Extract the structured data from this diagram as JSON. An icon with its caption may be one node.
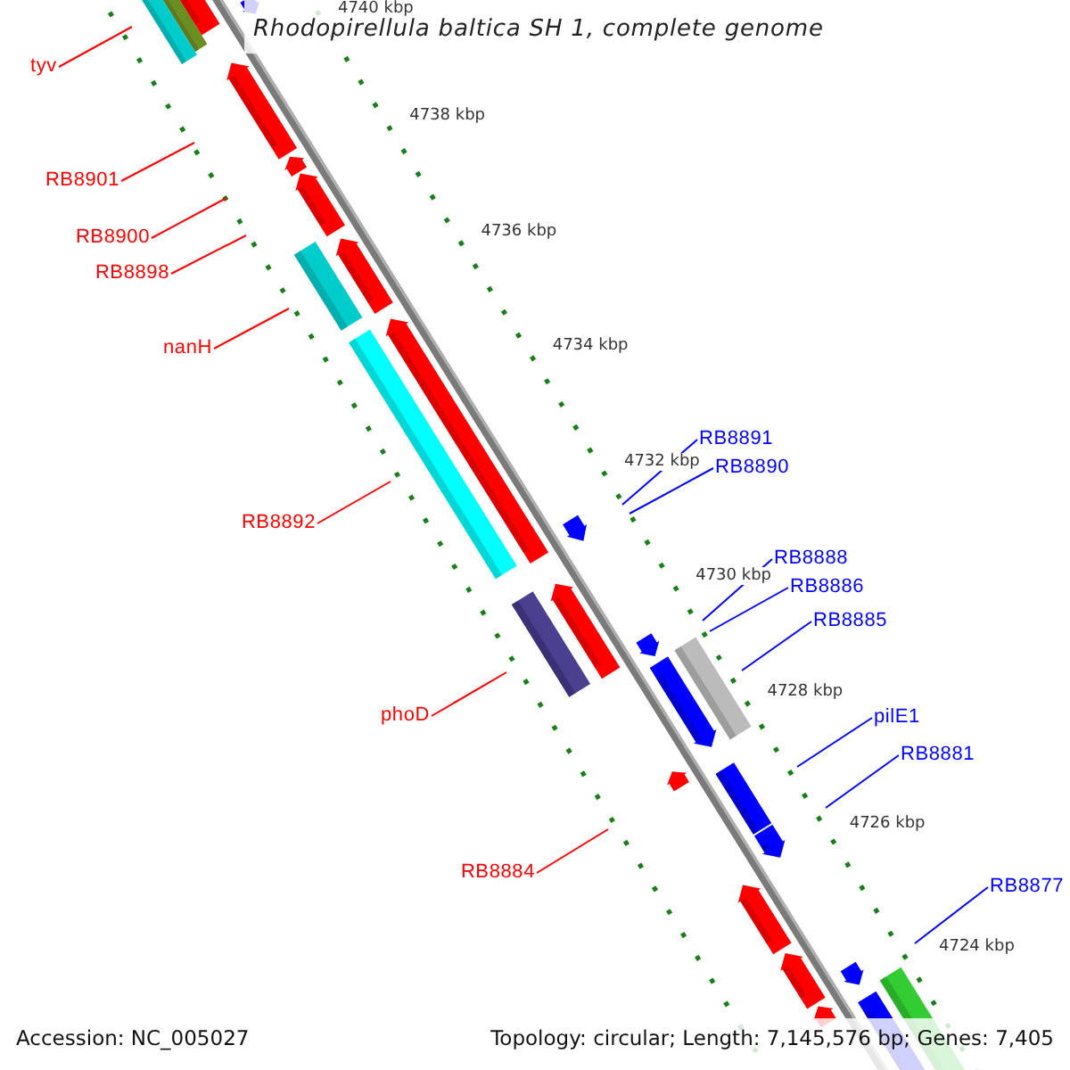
{
  "diagram": {
    "title": "Rhodopirellula baltica SH 1, complete genome",
    "nodes": [
      {
        "text": [
          "tyv"
        ]
      },
      {
        "text": [
          "RB8901"
        ]
      },
      {
        "text": [
          "RB8900"
        ]
      },
      {
        "text": [
          "RB8898"
        ]
      },
      {
        "text": [
          "nanH"
        ]
      },
      {
        "text": [
          "RB8891"
        ]
      },
      {
        "text": [
          "RB8890"
        ]
      },
      {
        "text": [
          "RB8892"
        ]
      },
      {
        "text": [
          "RB8888"
        ]
      },
      {
        "text": [
          "RB8886"
        ]
      },
      {
        "text": [
          "RB8885"
        ]
      },
      {
        "text": [
          "phoD"
        ]
      },
      {
        "text": [
          "pilE1"
        ]
      },
      {
        "text": [
          "RB8881"
        ]
      },
      {
        "text": [
          "RB8884"
        ]
      },
      {
        "text": [
          "RB8877"
        ]
      }
    ],
    "edges": [
      {
        "from": 0,
        "to": null,
        "arrow": "none",
        "color": "#ff0000"
      },
      {
        "from": 1,
        "to": null,
        "arrow": "none",
        "color": "#ff0000"
      },
      {
        "from": 2,
        "to": null,
        "arrow": "none",
        "color": "#ff0000"
      },
      {
        "from": 3,
        "to": null,
        "arrow": "none",
        "color": "#ff0000"
      },
      {
        "from": 4,
        "to": null,
        "arrow": "none",
        "color": "#ff0000"
      },
      {
        "from": 5,
        "to": null,
        "arrow": "none",
        "color": "#0000ff"
      },
      {
        "from": 6,
        "to": null,
        "arrow": "none",
        "color": "#0000ff"
      },
      {
        "from": 7,
        "to": null,
        "arrow": "none",
        "color": "#ff0000"
      },
      {
        "from": 8,
        "to": null,
        "arrow": "none",
        "color": "#0000ff"
      },
      {
        "from": 9,
        "to": null,
        "arrow": "none",
        "color": "#0000ff"
      },
      {
        "from": 10,
        "to": null,
        "arrow": "none",
        "color": "#0000ff"
      },
      {
        "from": 11,
        "to": null,
        "arrow": "none",
        "color": "#ff0000"
      },
      {
        "from": 12,
        "to": null,
        "arrow": "none",
        "color": "#0000ff"
      },
      {
        "from": 13,
        "to": null,
        "arrow": "none",
        "color": "#0000ff"
      },
      {
        "from": 14,
        "to": null,
        "arrow": "none",
        "color": "#ff0000"
      },
      {
        "from": 15,
        "to": null,
        "arrow": "none",
        "color": "#0000ff"
      }
    ],
    "labels": [
      "4740 kbp",
      "4738 kbp",
      "4736 kbp",
      "4734 kbp",
      "4732 kbp",
      "4730 kbp",
      "4728 kbp",
      "4726 kbp",
      "4724 kbp",
      "Accession: NC_005027",
      "Topology: circular; Length: 7,145,576 bp; Genes: 7,405"
    ]
  }
}
